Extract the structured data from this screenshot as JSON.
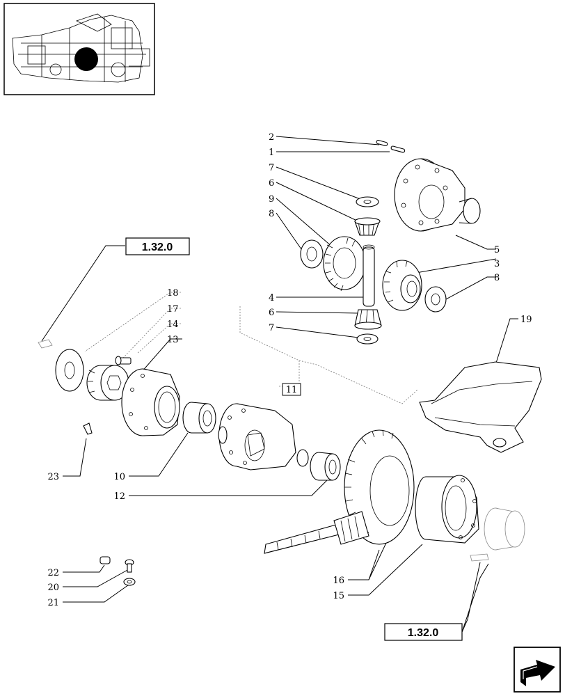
{
  "diagram": {
    "reference_top": "1.32.0",
    "reference_bottom": "1.32.0",
    "group_label": "11",
    "callouts": {
      "c1": "1",
      "c2": "2",
      "c3": "3",
      "c4": "4",
      "c5": "5",
      "c6a": "6",
      "c6b": "6",
      "c7a": "7",
      "c7b": "7",
      "c8a": "8",
      "c8b": "8",
      "c9": "9",
      "c10": "10",
      "c12": "12",
      "c13": "13",
      "c14": "14",
      "c15": "15",
      "c16": "16",
      "c17": "17",
      "c18": "18",
      "c19": "19",
      "c20": "20",
      "c21": "21",
      "c22": "22",
      "c23": "23"
    }
  },
  "navigation": {
    "next_page_icon": "arrow-next-page-icon"
  }
}
